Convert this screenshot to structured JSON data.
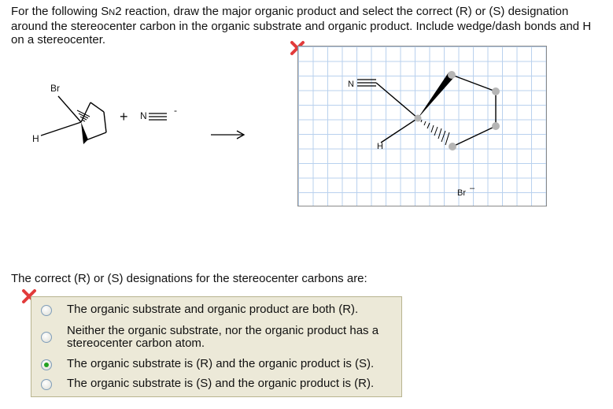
{
  "prompt": {
    "part1": "For the following S",
    "sub": "N",
    "part2": "2 reaction, draw the major organic product and select the correct (R) or (S) designation around the stereocenter carbon in the organic substrate and organic product. Include wedge/dash bonds and H on a stereocenter."
  },
  "scheme": {
    "substrate_br": "Br",
    "substrate_h": "H",
    "plus": "+",
    "nucleophile": "N",
    "nucleophile_charge": "-",
    "arrow": "⟶"
  },
  "product": {
    "n_label": "N",
    "h_label": "H",
    "bromide": "Br",
    "bromide_charge": "–"
  },
  "question": "The correct (R) or (S) designations for the stereocenter carbons are:",
  "options": [
    {
      "label": "The organic substrate and organic product are both (R).",
      "selected": false
    },
    {
      "label": "Neither the organic substrate, nor the organic product has a stereocenter carbon atom.",
      "selected": false
    },
    {
      "label": "The organic substrate is (R) and the organic product is (S).",
      "selected": true
    },
    {
      "label": "The organic substrate is (S) and the organic product is (R).",
      "selected": false
    }
  ],
  "colors": {
    "wrong_mark": "#e23b3b",
    "grid_line": "#b9d1ee",
    "options_bg": "#ece9d8",
    "radio_selected": "#21a121",
    "handle_gray": "#b5b5b5"
  },
  "icons": {
    "wrong": "red-x-icon",
    "arrow": "reaction-arrow-icon"
  }
}
